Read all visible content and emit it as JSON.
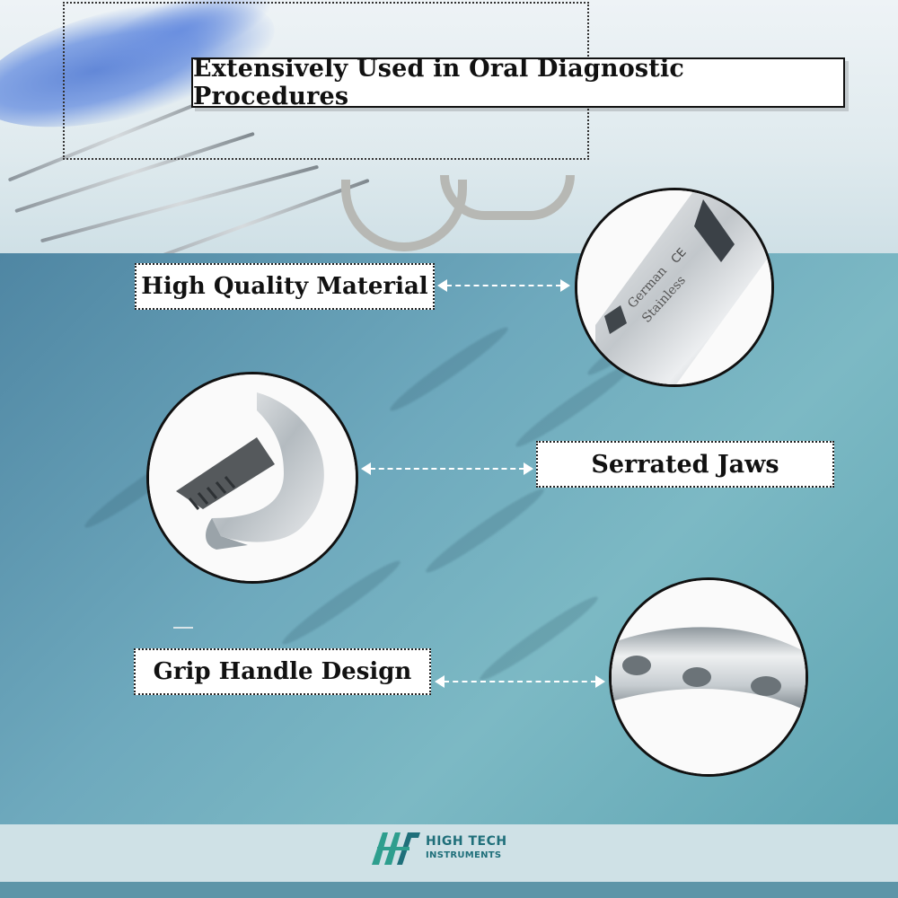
{
  "header": {
    "title": "Extensively Used in Oral Diagnostic Procedures"
  },
  "features": [
    {
      "label": "High Quality Material",
      "detail_icon": "forceps-hinge-closeup"
    },
    {
      "label": "Serrated Jaws",
      "detail_icon": "forceps-jaw-closeup"
    },
    {
      "label": "Grip Handle Design",
      "detail_icon": "handle-holes-closeup"
    }
  ],
  "engraving": {
    "line1": "German",
    "line2": "Stainless",
    "mark": "CE"
  },
  "brand": {
    "line1": "HIGH TECH",
    "line2": "INSTRUMENTS",
    "icon": "ht-logo-icon"
  },
  "colors": {
    "teal": "#6ea9bd",
    "label_bg": "#ffffff",
    "border": "#111111",
    "brand": "#1f6f7a"
  }
}
